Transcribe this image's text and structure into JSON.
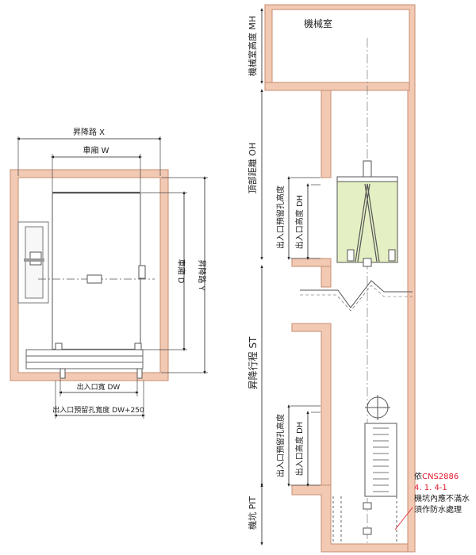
{
  "diagram": {
    "plan": {
      "shaft_width_label": "昇降路 X",
      "car_width_label": "車廂 W",
      "car_depth_label": "車廂 D",
      "shaft_depth_label": "昇降路 Y",
      "door_width_label": "出入口寬 DW",
      "opening_width_label": "出入口預留孔寬度 DW+250"
    },
    "section": {
      "machine_room_label": "機械室",
      "machine_room_height_label": "機械室高度 MH",
      "overhead_label": "頂部距離 OH",
      "travel_label": "昇降行程 ST",
      "pit_label": "機坑 PIT",
      "upper_opening_height_label": "出入口預留孔高度",
      "upper_door_height_label": "出入口高度 DH",
      "lower_opening_height_label": "出入口預留孔高度",
      "lower_door_height_label": "出入口高度 DH"
    },
    "note": {
      "prefix": "依",
      "standard": "CNS2886",
      "clause": "4. 1. 4-1",
      "line1": "機坑內應不滿水",
      "line2": "須作防水處理"
    },
    "colors": {
      "wall": "#f2c9b3",
      "wall_stroke": "#c78d72",
      "car_fill": "#e4efc3",
      "note_red": "#e0182b"
    }
  }
}
